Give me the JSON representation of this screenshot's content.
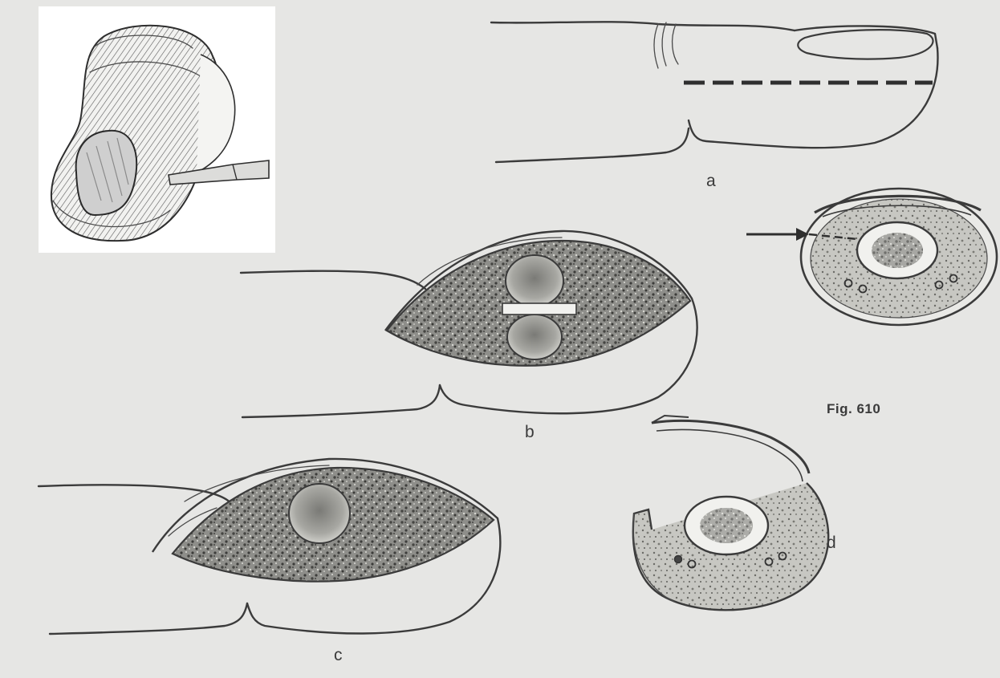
{
  "figure": {
    "caption": "Fig. 610",
    "panel_labels": {
      "a": "a",
      "b": "b",
      "c": "c",
      "d": "d"
    }
  },
  "colors": {
    "paper": "#e6e6e4",
    "ink": "#3b3b3b",
    "inset_background": "#ffffff"
  }
}
